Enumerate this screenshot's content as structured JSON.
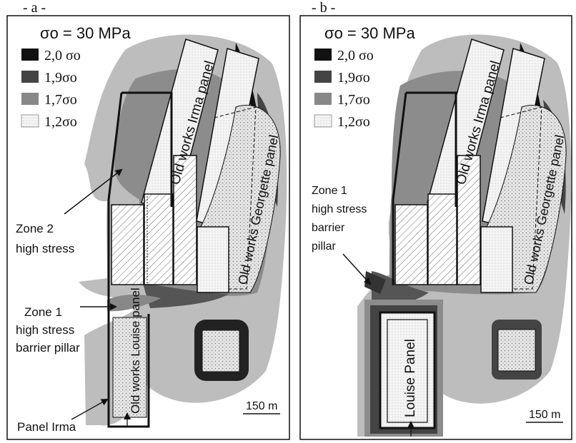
{
  "panels": [
    {
      "label": "- a -",
      "sigma_title": "σo = 30 MPa",
      "legend": [
        {
          "text": "2,0 σo",
          "color": "#111111"
        },
        {
          "text": "1,9σo",
          "color": "#444444"
        },
        {
          "text": "1,7σo",
          "color": "#888888"
        },
        {
          "text": "1,2σo",
          "color": "#cfcfcf"
        }
      ],
      "labels": {
        "irma": "Old works Irma panel",
        "georgette": "Old works Georgette panel",
        "louise": "Old works Louise panel",
        "zone2_line1": "Zone 2",
        "zone2_line2": "high stress",
        "zone1_line1": "Zone 1",
        "zone1_line2": "high stress",
        "zone1_line3": "barrier pillar",
        "panel_irma": "Panel Irma",
        "scale": "150 m"
      }
    },
    {
      "label": "- b -",
      "sigma_title": "σo = 30 MPa",
      "legend": [
        {
          "text": "2,0 σo",
          "color": "#111111"
        },
        {
          "text": "1,9σo",
          "color": "#444444"
        },
        {
          "text": "1,7σo",
          "color": "#888888"
        },
        {
          "text": "1,2σo",
          "color": "#cfcfcf"
        }
      ],
      "labels": {
        "irma": "Old works Irma panel",
        "georgette": "Old works Georgette panel",
        "louise": "Louise Panel",
        "zone1_line1": "Zone 1",
        "zone1_line2": "high stress",
        "zone1_line3": "barrier",
        "zone1_line4": "pillar",
        "scale": "150 m"
      }
    }
  ]
}
